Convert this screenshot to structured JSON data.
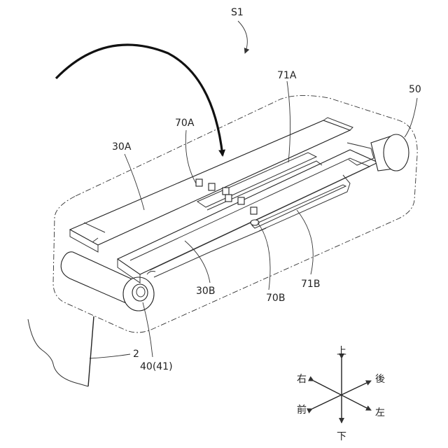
{
  "labels": {
    "s1": "S1",
    "l71a": "71A",
    "l50": "50",
    "l70a": "70A",
    "l30a": "30A",
    "l30b": "30B",
    "l70b": "70B",
    "l71b": "71B",
    "l2": "2",
    "l40": "40(41)"
  },
  "directions": {
    "up": "上",
    "down": "下",
    "right": "右",
    "back": "後",
    "front": "前",
    "left": "左"
  }
}
